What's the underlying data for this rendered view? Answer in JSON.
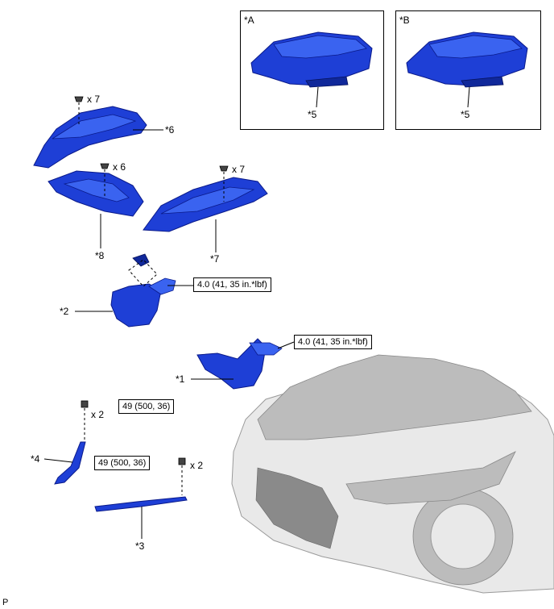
{
  "views": [
    {
      "letter": "*A",
      "part": "*5"
    },
    {
      "letter": "*B",
      "part": "*5"
    }
  ],
  "parts": {
    "p1": "*1",
    "p2": "*2",
    "p3": "*3",
    "p4": "*4",
    "p6": "*6",
    "p7": "*7",
    "p8": "*8"
  },
  "quantities": {
    "clips6": "x 7",
    "clips8": "x 6",
    "clips7": "x 7",
    "bolts4": "x 2",
    "bolts3": "x 2"
  },
  "torques": {
    "t2": "4.0 (41, 35 in.*lbf)",
    "t1": "4.0 (41, 35 in.*lbf)",
    "t4": "49 (500, 36)",
    "t3": "49 (500, 36)"
  },
  "footer": "P",
  "colors": {
    "part_blue": "#1e3fd6",
    "car_gray": "#e9e9e9"
  }
}
